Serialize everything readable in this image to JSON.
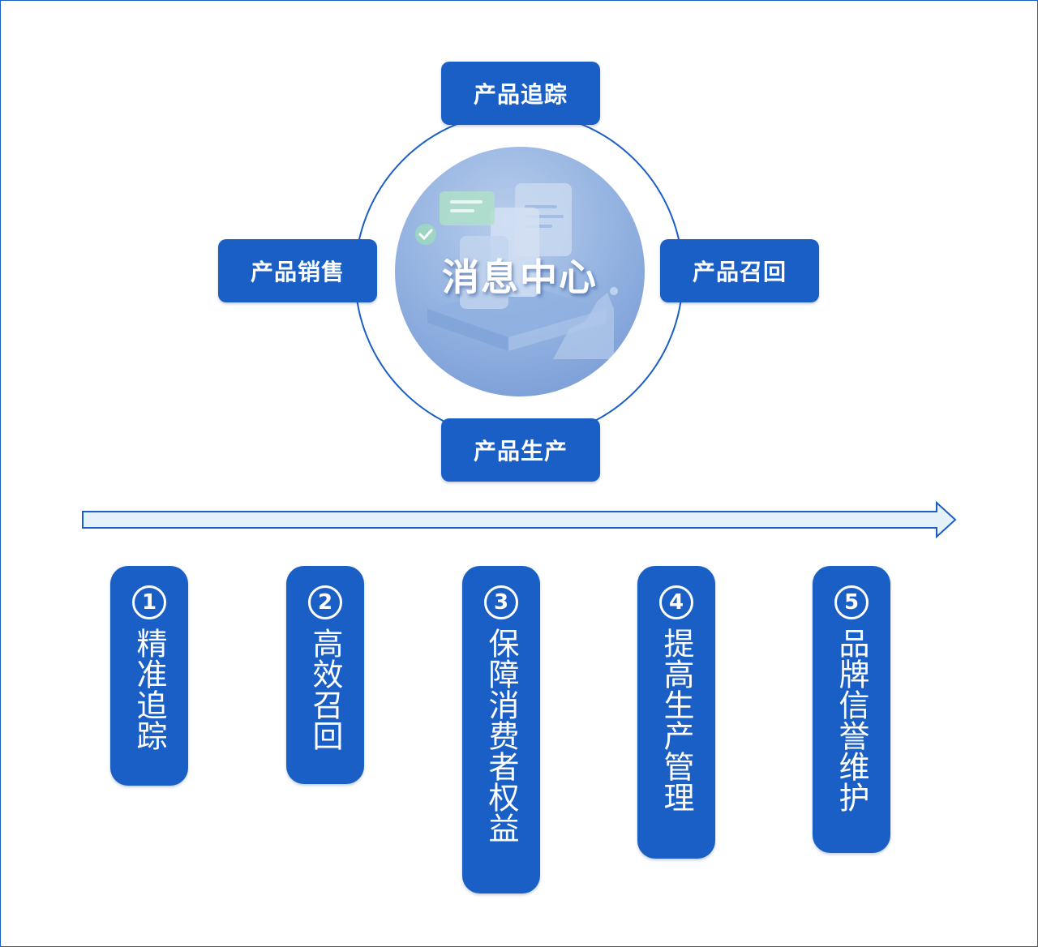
{
  "center": {
    "title": "消息中心"
  },
  "nodes": {
    "top": "产品追踪",
    "left": "产品销售",
    "right": "产品召回",
    "bottom": "产品生产"
  },
  "benefits": [
    {
      "number": "1",
      "label": "精准追踪"
    },
    {
      "number": "2",
      "label": "高效召回"
    },
    {
      "number": "3",
      "label": "保障消费者权益"
    },
    {
      "number": "4",
      "label": "提高生产管理"
    },
    {
      "number": "5",
      "label": "品牌信誉维护"
    }
  ],
  "colors": {
    "accent": "#1a5fc6",
    "arrow_fill": "#e6f2fb",
    "center_gradient_light": "#b8cdeb",
    "center_gradient_dark": "#6f95d2"
  }
}
